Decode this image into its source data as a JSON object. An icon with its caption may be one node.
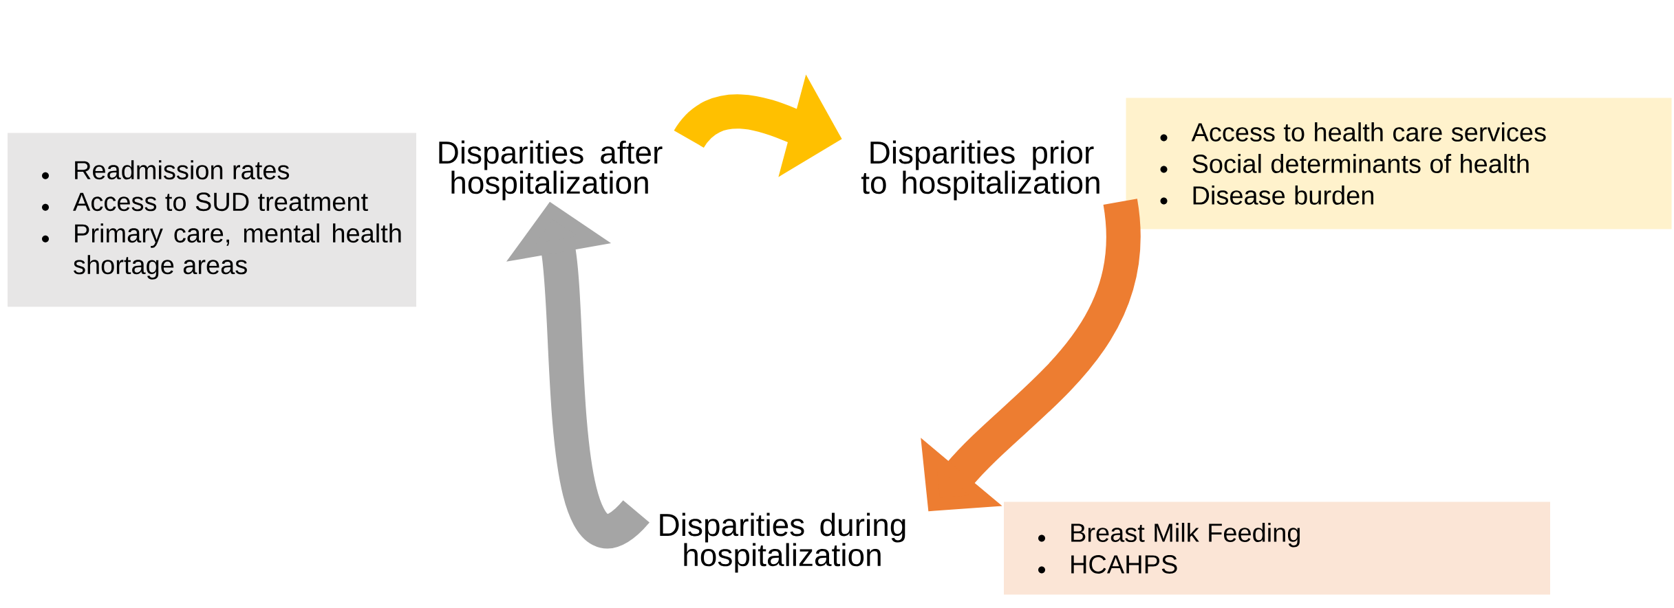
{
  "diagram": {
    "nodes": [
      {
        "text": [
          "Disparities after hospitalization"
        ]
      },
      {
        "text": [
          "Disparities prior to hospitalization"
        ]
      },
      {
        "text": [
          "Disparities during hospitalization"
        ]
      },
      {
        "text": [
          "Readmission rates",
          "Access to SUD treatment",
          "Primary care, mental health shortage areas"
        ]
      },
      {
        "text": [
          "Access to health care services",
          "Social determinants of health",
          "Disease burden"
        ]
      },
      {
        "text": [
          "Breast Milk Feeding",
          "HCAHPS"
        ]
      }
    ],
    "edges": [
      {
        "from": 0,
        "to": 1,
        "arrow": "to",
        "color": "#ffc000"
      },
      {
        "from": 1,
        "to": 2,
        "arrow": "to",
        "color": "#ed7d31"
      },
      {
        "from": 2,
        "to": 0,
        "arrow": "to",
        "color": "#a5a5a5"
      }
    ]
  }
}
